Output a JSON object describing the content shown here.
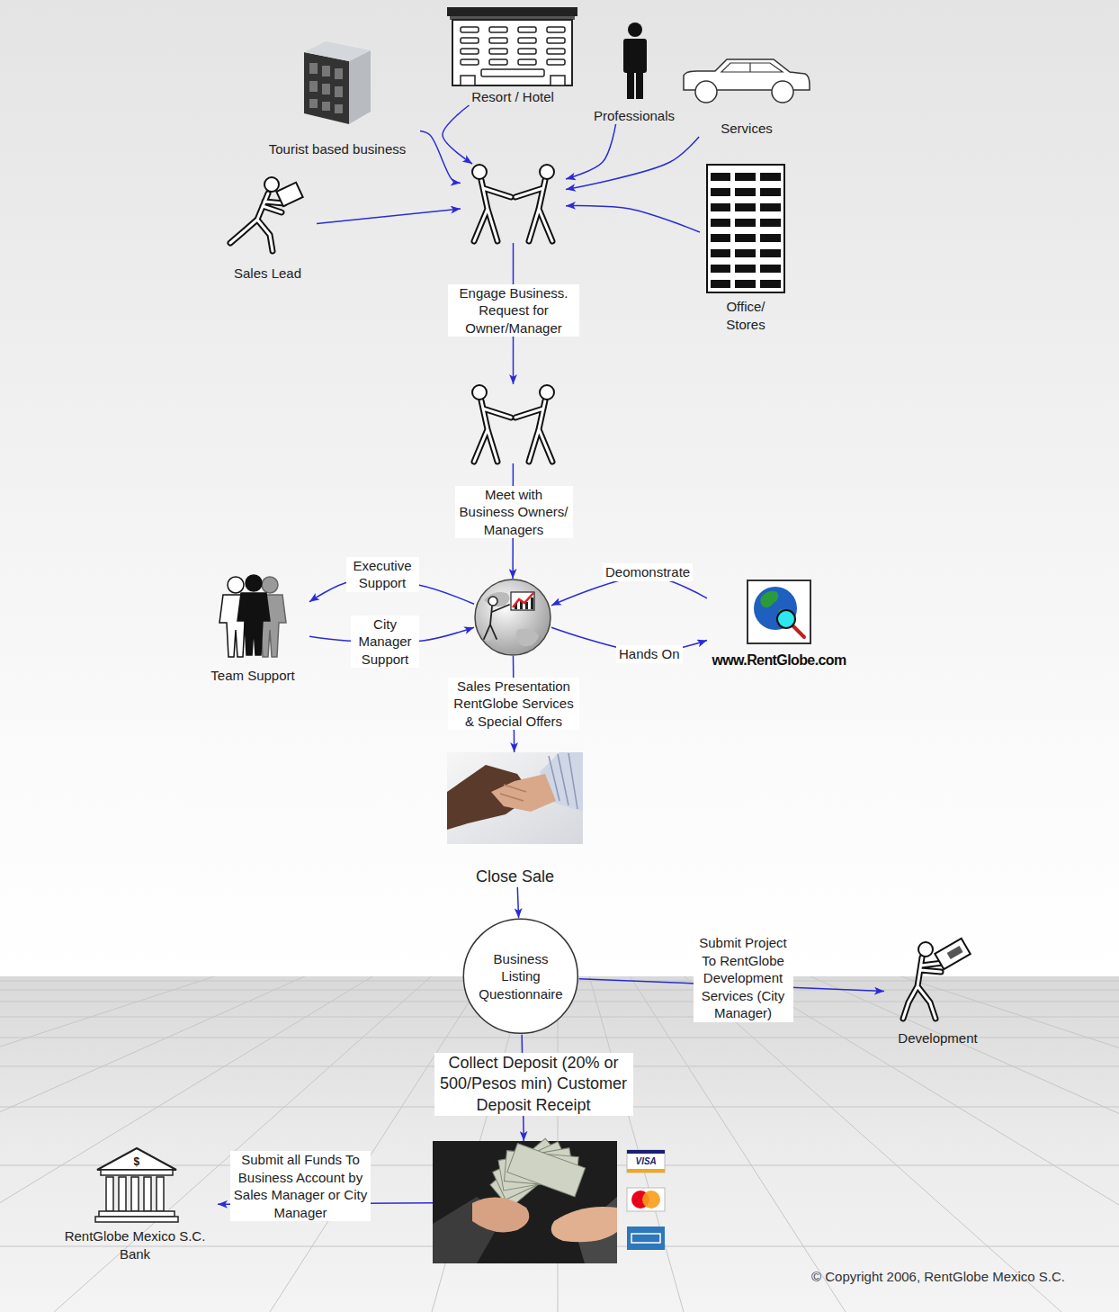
{
  "diagram": {
    "nodes": [
      {
        "text": [
          "Tourist based business"
        ]
      },
      {
        "text": [
          "Resort / Hotel"
        ]
      },
      {
        "text": [
          "Professionals"
        ]
      },
      {
        "text": [
          "Services"
        ]
      },
      {
        "text": [
          "Sales Lead"
        ]
      },
      {
        "text": []
      },
      {
        "text": [
          "Office/ Stores"
        ]
      },
      {
        "text": []
      },
      {
        "text": [
          "Team Support"
        ]
      },
      {
        "text": []
      },
      {
        "text": [
          "www.RentGlobe.com"
        ]
      },
      {
        "text": [
          "Close Sale"
        ]
      },
      {
        "text": [
          "Business Listing Questionnaire"
        ]
      },
      {
        "text": [
          "Development"
        ]
      },
      {
        "text": []
      },
      {
        "text": [
          "RentGlobe Mexico S.C. Bank"
        ]
      }
    ],
    "edges": [
      {
        "from": 0,
        "to": 5,
        "arrow": "to"
      },
      {
        "from": 1,
        "to": 5,
        "arrow": "to"
      },
      {
        "from": 2,
        "to": 5,
        "arrow": "to"
      },
      {
        "from": 3,
        "to": 5,
        "arrow": "to"
      },
      {
        "from": 4,
        "to": 5,
        "arrow": "to"
      },
      {
        "from": 6,
        "to": 5,
        "arrow": "to"
      },
      {
        "from": 5,
        "to": 7,
        "label": "Engage Business. Request for Owner/Manager",
        "arrow": "to"
      },
      {
        "from": 7,
        "to": 9,
        "label": "Meet with Business Owners/ Managers",
        "arrow": "to"
      },
      {
        "from": 9,
        "to": 8,
        "label": "Executive Support",
        "arrow": "to"
      },
      {
        "from": 8,
        "to": 9,
        "label": "City Manager Support",
        "arrow": "to"
      },
      {
        "from": 10,
        "to": 9,
        "label": "Deomonstrate",
        "arrow": "to"
      },
      {
        "from": 9,
        "to": 10,
        "label": "Hands On",
        "arrow": "to"
      },
      {
        "from": 9,
        "to": 11,
        "label": "Sales Presentation RentGlobe Services & Special Offers",
        "arrow": "to"
      },
      {
        "from": 11,
        "to": 12,
        "arrow": "to"
      },
      {
        "from": 12,
        "to": 13,
        "label": "Submit Project To RentGlobe Development Services (City Manager)",
        "arrow": "to"
      },
      {
        "from": 12,
        "to": 14,
        "label": "Collect Deposit (20% or 500/Pesos min) Customer Deposit Receipt",
        "arrow": "to"
      },
      {
        "from": 14,
        "to": 15,
        "label": "Submit all Funds To Business Account by Sales Manager or City Manager",
        "arrow": "to"
      }
    ],
    "labels": [
      "$",
      "VISA",
      "© Copyright 2006, RentGlobe Mexico S.C."
    ]
  }
}
